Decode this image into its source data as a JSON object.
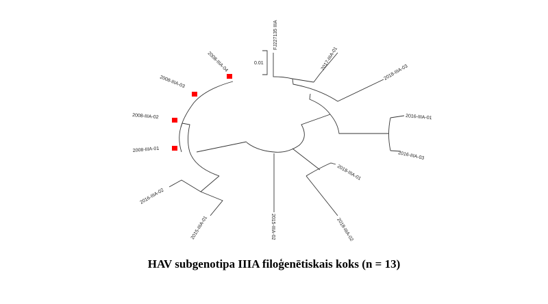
{
  "scale_bar": {
    "label": "0.01"
  },
  "leaves": {
    "ref": "FJ227135 IIIA",
    "l2017_01": "2017-IIIA-01",
    "l2018_03": "2018-IIIA-03",
    "l2016_01": "2016-IIIA-01",
    "l2016_03": "2016-IIIA-03",
    "l2018_01": "2018-IIIA-01",
    "l2018_02": "2018-IIIA-02",
    "l2015_02": "2015-IIIA-02",
    "l2015_01": "2015-IIIA-01",
    "l2016_02": "2016-IIIA-02",
    "l2008_01": "2008-IIIA-01",
    "l2008_02": "2008-IIIA-02",
    "l2008_03": "2008-IIIA-03",
    "l2008_04": "2008-IIIA-04"
  },
  "marker_color": "#ff0000",
  "caption": "HAV subgenotipa IIIA filoģenētiskais koks (n = 13)"
}
